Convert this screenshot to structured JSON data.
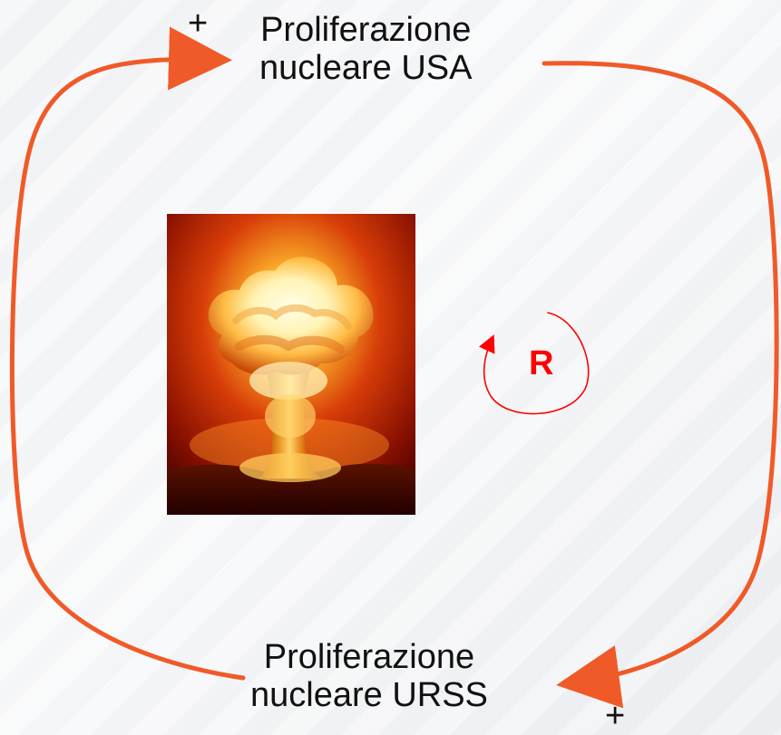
{
  "diagram": {
    "nodes": [
      {
        "id": "usa",
        "lines": [
          "Proliferazione",
          "nucleare USA"
        ]
      },
      {
        "id": "urss",
        "lines": [
          "Proliferazione",
          "nucleare URSS"
        ]
      }
    ],
    "polarities": {
      "top": "+",
      "bottom": "+"
    },
    "loop": {
      "label": "R"
    },
    "colors": {
      "arrow": "#f05a28",
      "loop": "#ff0000",
      "text": "#111111"
    }
  },
  "image": {
    "semantic": "nuclear-explosion-image"
  }
}
